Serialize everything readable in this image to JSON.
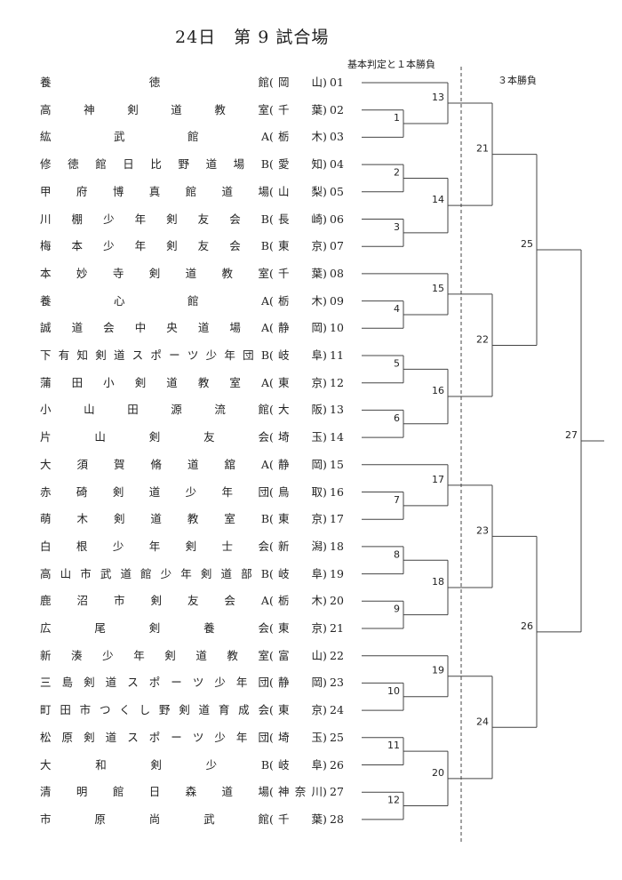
{
  "title": "24日　第 9 試合場",
  "header_left": "基本判定と１本勝負",
  "header_right": "３本勝負",
  "teams": [
    {
      "name": "養　徳　館",
      "pref": "岡山",
      "num": "01"
    },
    {
      "name": "高神剣道教室",
      "pref": "千葉",
      "num": "02"
    },
    {
      "name": "紘　武　館　A",
      "pref": "栃木",
      "num": "03"
    },
    {
      "name": "修徳館日比野道場B",
      "pref": "愛知",
      "num": "04"
    },
    {
      "name": "甲府博真館道場",
      "pref": "山梨",
      "num": "05"
    },
    {
      "name": "川棚少年剣友会B",
      "pref": "長崎",
      "num": "06"
    },
    {
      "name": "梅本少年剣友会B",
      "pref": "東京",
      "num": "07"
    },
    {
      "name": "本妙寺剣道教室",
      "pref": "千葉",
      "num": "08"
    },
    {
      "name": "養　心　館　A",
      "pref": "栃木",
      "num": "09"
    },
    {
      "name": "誠道会中央道場A",
      "pref": "静岡",
      "num": "10"
    },
    {
      "name": "下有知剣道スポーツ少年団B",
      "pref": "岐阜",
      "num": "11"
    },
    {
      "name": "蒲田小剣道教室A",
      "pref": "東京",
      "num": "12"
    },
    {
      "name": "小山田源流館",
      "pref": "大阪",
      "num": "13"
    },
    {
      "name": "片　山　剣　友　会",
      "pref": "埼玉",
      "num": "14"
    },
    {
      "name": "大須賀脩道舘A",
      "pref": "静岡",
      "num": "15"
    },
    {
      "name": "赤碕剣道少年団",
      "pref": "鳥取",
      "num": "16"
    },
    {
      "name": "萌木剣道教室B",
      "pref": "東京",
      "num": "17"
    },
    {
      "name": "白根少年剣士会",
      "pref": "新潟",
      "num": "18"
    },
    {
      "name": "高山市武道館少年剣道部B",
      "pref": "岐阜",
      "num": "19"
    },
    {
      "name": "鹿沼市剣友会A",
      "pref": "栃木",
      "num": "20"
    },
    {
      "name": "広　尾　剣　養　会",
      "pref": "東京",
      "num": "21"
    },
    {
      "name": "新湊少年剣道教室",
      "pref": "富山",
      "num": "22"
    },
    {
      "name": "三島剣道スポーツ少年団",
      "pref": "静岡",
      "num": "23"
    },
    {
      "name": "町田市つくし野剣道育成会",
      "pref": "東京",
      "num": "24"
    },
    {
      "name": "松原剣道スポーツ少年団",
      "pref": "埼玉",
      "num": "25"
    },
    {
      "name": "大　和　剣　少　B",
      "pref": "岐阜",
      "num": "26"
    },
    {
      "name": "清明館日森道場",
      "pref": "神奈川",
      "num": "27"
    },
    {
      "name": "市　原　尚　武　館",
      "pref": "千葉",
      "num": "28"
    }
  ],
  "matches": {
    "m1": "1",
    "m2": "2",
    "m3": "3",
    "m4": "4",
    "m5": "5",
    "m6": "6",
    "m7": "7",
    "m8": "8",
    "m9": "9",
    "m10": "10",
    "m11": "11",
    "m12": "12",
    "m13": "13",
    "m14": "14",
    "m15": "15",
    "m16": "16",
    "m17": "17",
    "m18": "18",
    "m19": "19",
    "m20": "20",
    "m21": "21",
    "m22": "22",
    "m23": "23",
    "m24": "24",
    "m25": "25",
    "m26": "26",
    "m27": "27"
  }
}
